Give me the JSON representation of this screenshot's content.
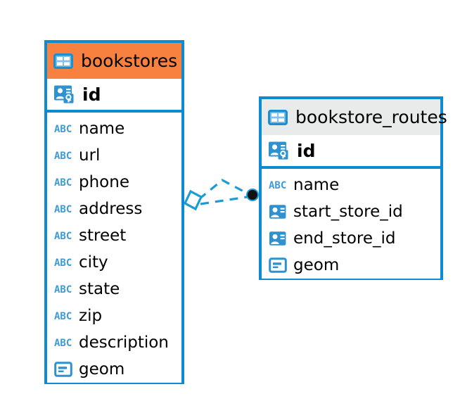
{
  "diagram": {
    "kind": "entity-relationship-diagram",
    "background_color": "#ffffff",
    "accent_color": "#0d8bd1",
    "entities": [
      {
        "name": "bookstores",
        "header_color": "#f9813f",
        "header_icon": "table-icon",
        "primary_key": {
          "label": "id",
          "icon": "primary-key-icon"
        },
        "attributes": [
          {
            "label": "name",
            "icon": "string-abc-icon"
          },
          {
            "label": "url",
            "icon": "string-abc-icon"
          },
          {
            "label": "phone",
            "icon": "string-abc-icon"
          },
          {
            "label": "address",
            "icon": "string-abc-icon"
          },
          {
            "label": "street",
            "icon": "string-abc-icon"
          },
          {
            "label": "city",
            "icon": "string-abc-icon"
          },
          {
            "label": "state",
            "icon": "string-abc-icon"
          },
          {
            "label": "zip",
            "icon": "string-abc-icon"
          },
          {
            "label": "description",
            "icon": "string-abc-icon"
          },
          {
            "label": "geom",
            "icon": "geometry-icon"
          }
        ]
      },
      {
        "name": "bookstore_routes",
        "header_color": "#e9eaea",
        "header_icon": "table-icon",
        "primary_key": {
          "label": "id",
          "icon": "primary-key-icon"
        },
        "attributes": [
          {
            "label": "name",
            "icon": "string-abc-icon"
          },
          {
            "label": "start_store_id",
            "icon": "foreign-key-icon"
          },
          {
            "label": "end_store_id",
            "icon": "foreign-key-icon"
          },
          {
            "label": "geom",
            "icon": "geometry-icon"
          }
        ]
      }
    ],
    "relationship": {
      "line_style": "dashed",
      "line_color": "#1b9bd8",
      "source_endpoint": "rhombus-endpoint",
      "target_endpoint": "filled-circle-endpoint",
      "target_fill_color": "#1a1a1a"
    }
  }
}
